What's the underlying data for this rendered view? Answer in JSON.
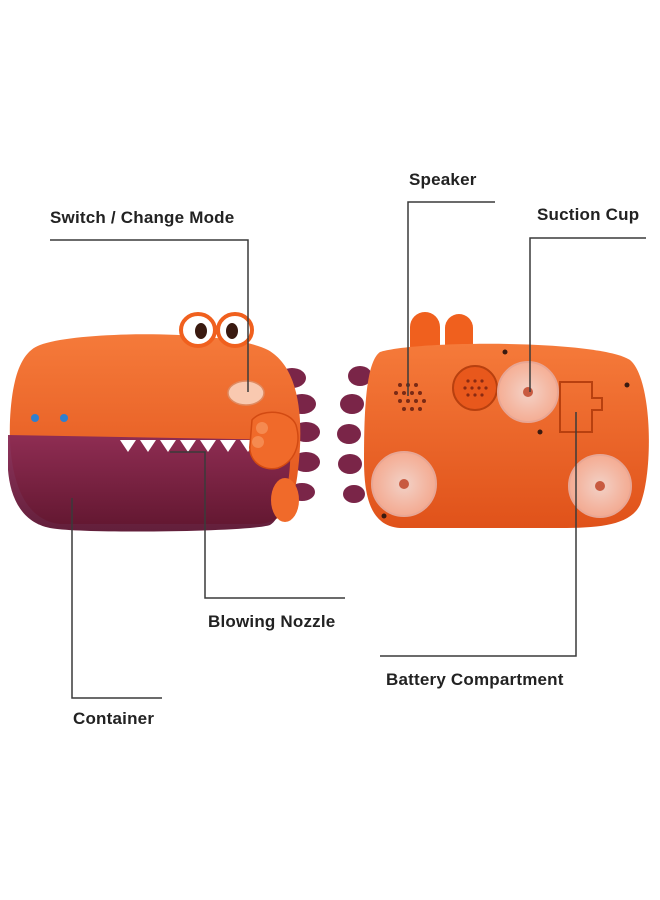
{
  "labels": {
    "switch": "Switch / Change Mode",
    "speaker": "Speaker",
    "suction_cup": "Suction Cup",
    "blowing_nozzle": "Blowing Nozzle",
    "battery": "Battery Compartment",
    "container": "Container"
  },
  "colors": {
    "body_orange": "#f0601e",
    "body_orange_dark": "#d24a12",
    "container_purple": "#6e1a3c",
    "spike_purple": "#7a2548",
    "leader_line": "#3a3a3a",
    "background": "#ffffff"
  },
  "views": [
    "front-view",
    "back-view"
  ]
}
